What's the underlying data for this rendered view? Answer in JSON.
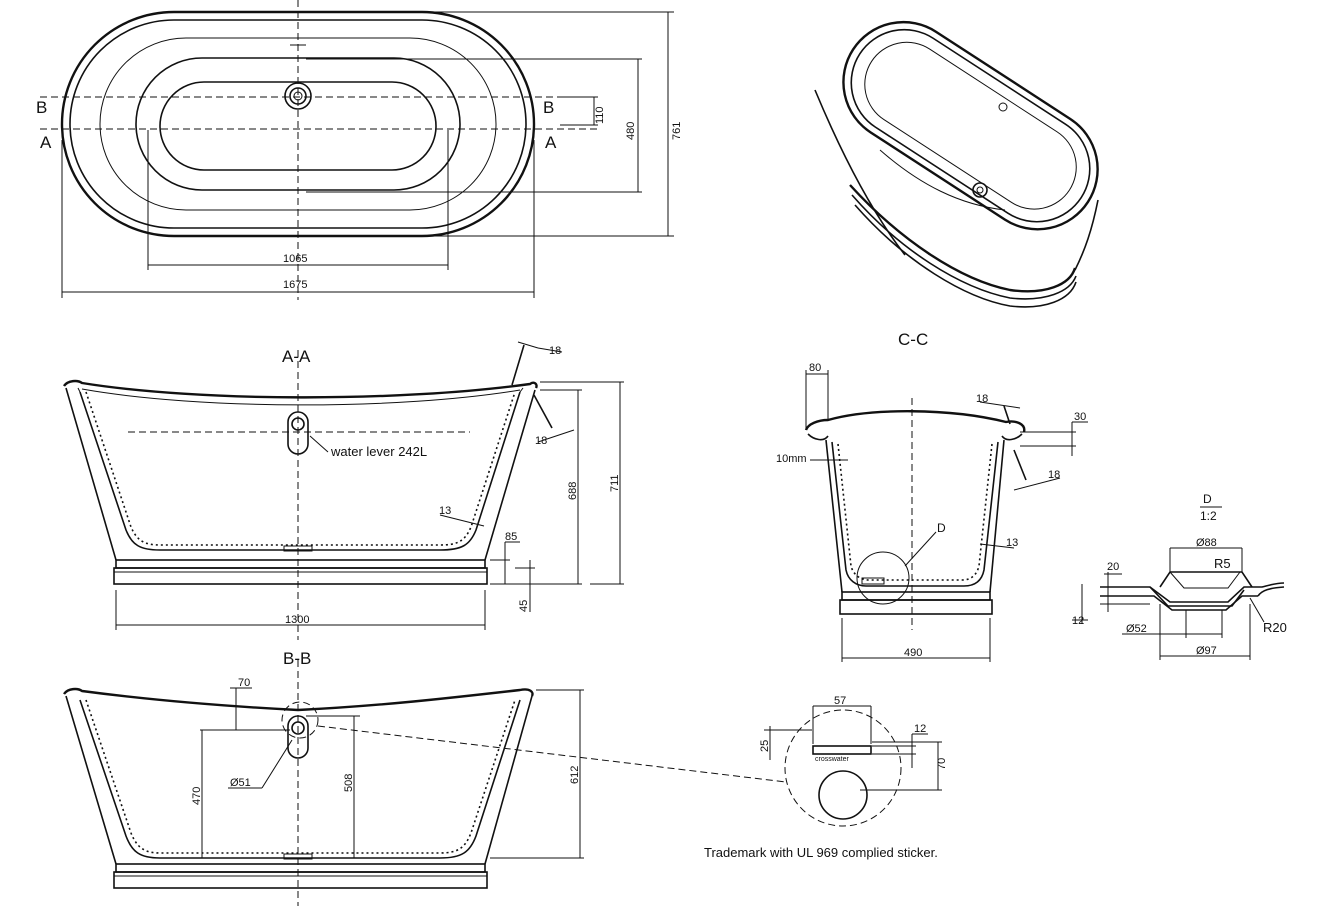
{
  "top_view": {
    "section_marks": {
      "b_left": "B",
      "b_right": "B",
      "a_left": "A",
      "a_right": "A"
    },
    "dims": {
      "d110": "110",
      "d480": "480",
      "d761": "761",
      "d1065": "1065",
      "d1675": "1675"
    }
  },
  "section_aa": {
    "title": "A-A",
    "note": "water lever 242L",
    "dims": {
      "d18a": "18",
      "d18b": "18",
      "d13": "13",
      "d688": "688",
      "d711": "711",
      "d85": "85",
      "d45": "45",
      "d1300": "1300"
    }
  },
  "section_bb": {
    "title": "B-B",
    "dims": {
      "d70": "70",
      "d470": "470",
      "d508": "508",
      "d612": "612",
      "d51": "Ø51"
    }
  },
  "section_cc": {
    "title": "C-C",
    "dims": {
      "d80": "80",
      "d10mm": "10mm",
      "d18a": "18",
      "d18b": "18",
      "d30": "30",
      "d13": "13",
      "d490": "490"
    },
    "detail_ref": "D"
  },
  "detail_d": {
    "title": "D",
    "scale": "1:2",
    "dims": {
      "d88": "Ø88",
      "r5": "R5",
      "d20": "20",
      "d12": "12",
      "d52": "Ø52",
      "d97": "Ø97",
      "r20": "R20"
    }
  },
  "sticker_detail": {
    "dims": {
      "d57": "57",
      "d12": "12",
      "d25": "25",
      "d70": "70"
    },
    "logo_text": "crosswater",
    "caption": "Trademark with UL 969 complied sticker."
  }
}
